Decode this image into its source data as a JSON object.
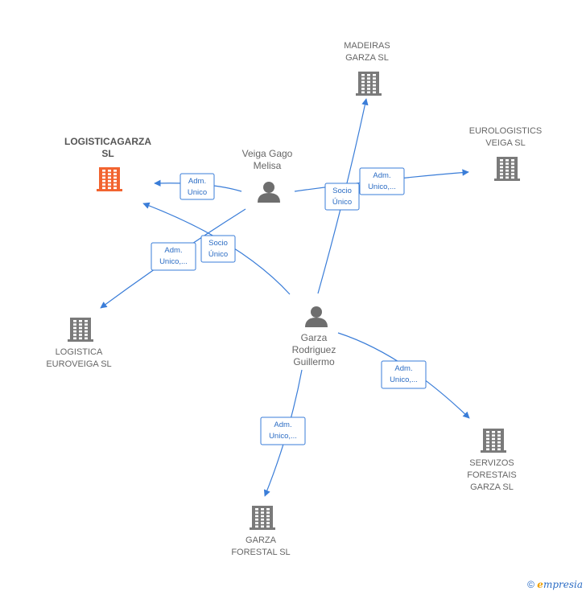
{
  "companies": [
    {
      "id": "logisticagarza",
      "lines": [
        "LOGISTICAGARZA",
        "SL"
      ],
      "main": true
    },
    {
      "id": "madeiras",
      "lines": [
        "MADEIRAS",
        "GARZA  SL"
      ]
    },
    {
      "id": "eurologistics",
      "lines": [
        "EUROLOGISTICS",
        "VEIGA  SL"
      ]
    },
    {
      "id": "logistica-euroveiga",
      "lines": [
        "LOGISTICA",
        "EUROVEIGA SL"
      ]
    },
    {
      "id": "servizos",
      "lines": [
        "SERVIZOS",
        "FORESTAIS",
        "GARZA  SL"
      ]
    },
    {
      "id": "garza-forestal",
      "lines": [
        "GARZA",
        "FORESTAL  SL"
      ]
    }
  ],
  "persons": [
    {
      "id": "veiga",
      "lines": [
        "Veiga Gago",
        "Melisa"
      ]
    },
    {
      "id": "garza",
      "lines": [
        "Garza",
        "Rodriguez",
        "Guillermo"
      ]
    }
  ],
  "edges": [
    {
      "id": "veiga-logisticagarza",
      "lines": [
        "Adm.",
        "Unico"
      ]
    },
    {
      "id": "veiga-eurologistics",
      "lines": [
        "Adm.",
        "Unico,..."
      ]
    },
    {
      "id": "veiga-logistica-euroveiga",
      "lines": [
        "Adm.",
        "Unico,..."
      ]
    },
    {
      "id": "garza-logisticagarza",
      "lines": [
        "Socio",
        "Único"
      ]
    },
    {
      "id": "garza-madeiras",
      "lines": [
        "Socio",
        "Único"
      ]
    },
    {
      "id": "garza-servizos",
      "lines": [
        "Adm.",
        "Unico,..."
      ]
    },
    {
      "id": "garza-garza-forestal",
      "lines": [
        "Adm.",
        "Unico,..."
      ]
    }
  ],
  "colors": {
    "main_company": "#f26430",
    "company": "#7a7a7a",
    "person": "#6e6e6e",
    "edge": "#3a7dd8"
  },
  "footer": {
    "copyright": "©",
    "brand_initial": "e",
    "brand_rest": "mpresia"
  }
}
